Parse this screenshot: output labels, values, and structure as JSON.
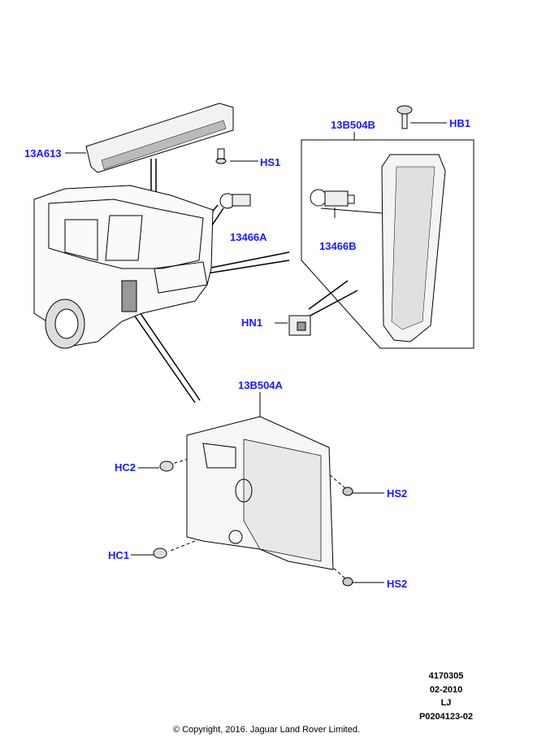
{
  "callouts": {
    "high_mount_lamp": "13A613",
    "screw_hs1": "HS1",
    "rear_lamp_upper": "13B504B",
    "screw_hb1": "HB1",
    "bulb_a": "13466A",
    "bulb_b": "13466B",
    "nut_hn1": "HN1",
    "rear_lamp_lower": "13B504A",
    "clip_hc2": "HC2",
    "screw_hs2_upper": "HS2",
    "clip_hc1": "HC1",
    "screw_hs2_lower": "HS2"
  },
  "footer": {
    "code1": "4170305",
    "date": "02-2010",
    "initials": "LJ",
    "ref": "P0204123-02",
    "copyright": "© Copyright, 2016. Jaguar Land Rover Limited."
  },
  "colors": {
    "callout": "#1a1aff",
    "line": "#000000"
  }
}
